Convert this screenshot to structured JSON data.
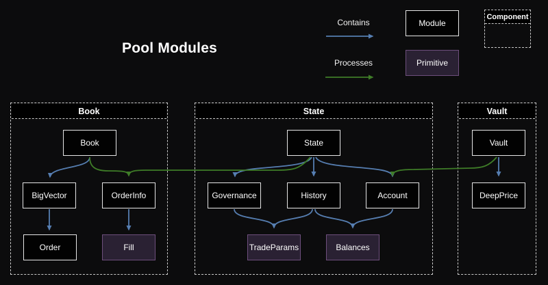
{
  "title": "Pool Modules",
  "legend": {
    "contains": "Contains",
    "processes": "Processes",
    "module": "Module",
    "primitive": "Primitive",
    "component": "Component"
  },
  "containers": {
    "book": {
      "label": "Book"
    },
    "state": {
      "label": "State"
    },
    "vault": {
      "label": "Vault"
    }
  },
  "nodes": {
    "book": {
      "label": "Book",
      "type": "module"
    },
    "bigvector": {
      "label": "BigVector",
      "type": "module"
    },
    "orderinfo": {
      "label": "OrderInfo",
      "type": "module"
    },
    "order": {
      "label": "Order",
      "type": "module"
    },
    "fill": {
      "label": "Fill",
      "type": "primitive"
    },
    "state": {
      "label": "State",
      "type": "module"
    },
    "governance": {
      "label": "Governance",
      "type": "module"
    },
    "history": {
      "label": "History",
      "type": "module"
    },
    "account": {
      "label": "Account",
      "type": "module"
    },
    "tradeparams": {
      "label": "TradeParams",
      "type": "primitive"
    },
    "balances": {
      "label": "Balances",
      "type": "primitive"
    },
    "vault": {
      "label": "Vault",
      "type": "module"
    },
    "deepprice": {
      "label": "DeepPrice",
      "type": "module"
    }
  },
  "edges": [
    {
      "from": "Book",
      "to": "BigVector",
      "style": "contains"
    },
    {
      "from": "BigVector",
      "to": "Order",
      "style": "contains"
    },
    {
      "from": "OrderInfo",
      "to": "Fill",
      "style": "contains"
    },
    {
      "from": "State",
      "to": "Governance",
      "style": "contains"
    },
    {
      "from": "State",
      "to": "History",
      "style": "contains"
    },
    {
      "from": "State",
      "to": "Account",
      "style": "contains"
    },
    {
      "from": "Governance",
      "to": "TradeParams",
      "style": "contains"
    },
    {
      "from": "History",
      "to": "TradeParams",
      "style": "contains"
    },
    {
      "from": "History",
      "to": "Balances",
      "style": "contains"
    },
    {
      "from": "Account",
      "to": "Balances",
      "style": "contains"
    },
    {
      "from": "Vault",
      "to": "DeepPrice",
      "style": "contains"
    },
    {
      "from": "Book",
      "to": "OrderInfo",
      "style": "processes"
    },
    {
      "from": "State",
      "to": "OrderInfo",
      "style": "processes"
    },
    {
      "from": "Vault",
      "to": "Account",
      "style": "processes"
    }
  ],
  "colors": {
    "background": "#0c0c0d",
    "node_fill": "#020202",
    "node_border": "#e7e7e7",
    "primitive_fill": "#2a2133",
    "primitive_border": "#6e4f7d",
    "contains_edge": "#567eb1",
    "processes_edge": "#3f7d28",
    "container_border": "#c9c9c9",
    "text": "#ffffff"
  }
}
